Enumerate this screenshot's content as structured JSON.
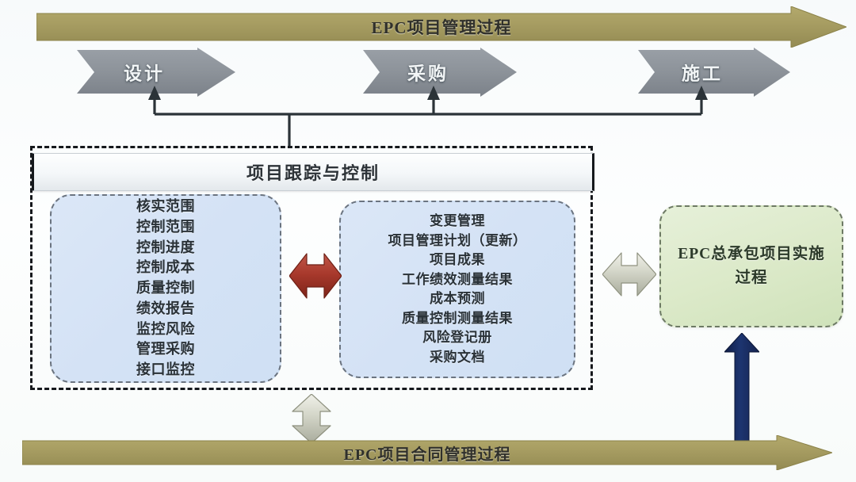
{
  "diagram": {
    "title_top_band": "EPC项目管理过程",
    "title_bottom_band": "EPC项目合同管理过程",
    "phases": [
      {
        "label": "设计"
      },
      {
        "label": "采购"
      },
      {
        "label": "施工"
      }
    ],
    "tracking_panel": {
      "header": "项目跟踪与控制",
      "left_box": {
        "items": [
          "核实范围",
          "控制范围",
          "控制进度",
          "控制成本",
          "质量控制",
          "绩效报告",
          "监控风险",
          "管理采购",
          "接口监控"
        ]
      },
      "right_box": {
        "items": [
          "变更管理",
          "项目管理计划（更新）",
          "项目成果",
          "工作绩效测量结果",
          "成本预测",
          "质量控制测量结果",
          "风险登记册",
          "采购文档"
        ]
      }
    },
    "implementation_box": {
      "label": "EPC总承包项目实施过程"
    },
    "connectors": {
      "red_double_arrow": "双向箭头",
      "grey_double_arrow_right": "双向箭头",
      "grey_double_arrow_bottom": "双向箭头",
      "navy_up_arrow": "向上箭头"
    },
    "colors": {
      "band": "#a39a5e",
      "band_dark": "#8d8450",
      "chevron": "#8d939a",
      "chevron_dark": "#767d85",
      "blue_fill": "#d6e3f5",
      "green_fill": "#dbe9c8",
      "red_arrow": "#a8392c",
      "grey_arrow": "#cdcfc4",
      "navy_arrow": "#17295e",
      "dash_black": "#15181c"
    }
  }
}
